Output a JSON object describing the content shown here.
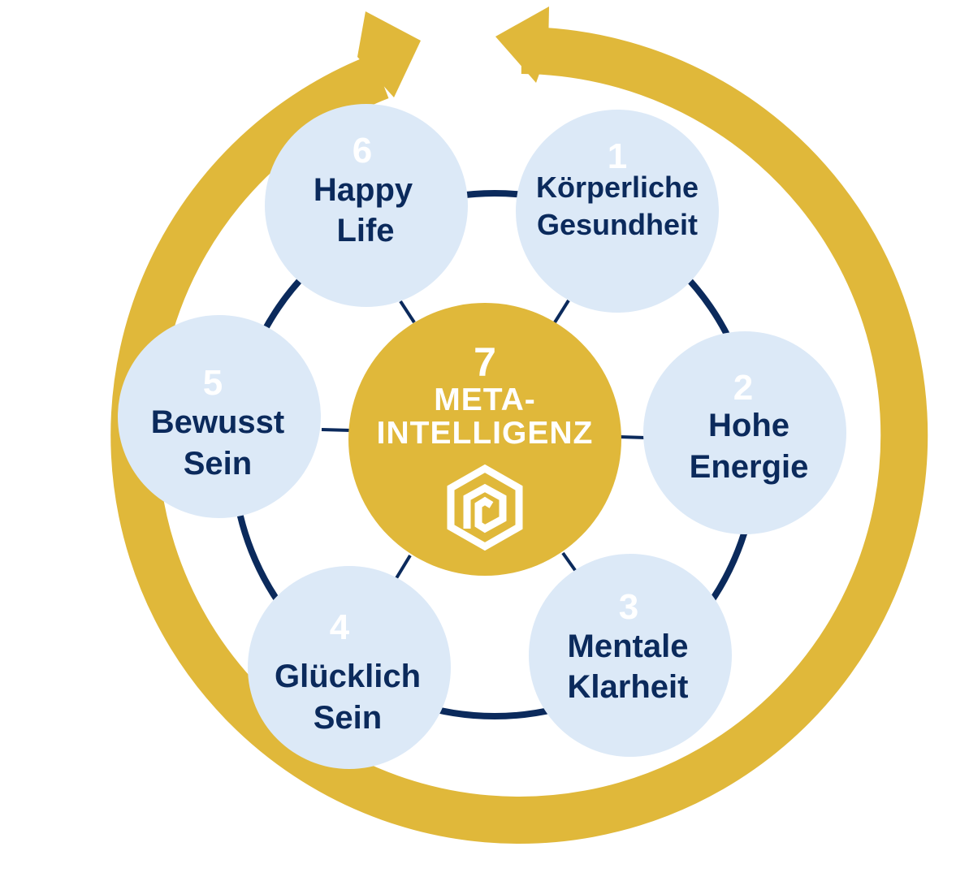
{
  "colors": {
    "gold": "#e0b83a",
    "navy": "#0b2a5c",
    "light_blue": "#dce9f7",
    "white": "#ffffff"
  },
  "center": {
    "number": "7",
    "line1": "META-",
    "line2": "INTELLIGENZ",
    "icon": "hexagon-spiral-logo-icon"
  },
  "nodes": [
    {
      "number": "1",
      "line1": "Körperliche",
      "line2": "Gesundheit"
    },
    {
      "number": "2",
      "line1": "Hohe",
      "line2": "Energie"
    },
    {
      "number": "3",
      "line1": "Mentale",
      "line2": "Klarheit"
    },
    {
      "number": "4",
      "line1": "Glücklich",
      "line2": "Sein"
    },
    {
      "number": "5",
      "line1": "Bewusst",
      "line2": "Sein"
    },
    {
      "number": "6",
      "line1": "Happy",
      "line2": "Life"
    }
  ]
}
